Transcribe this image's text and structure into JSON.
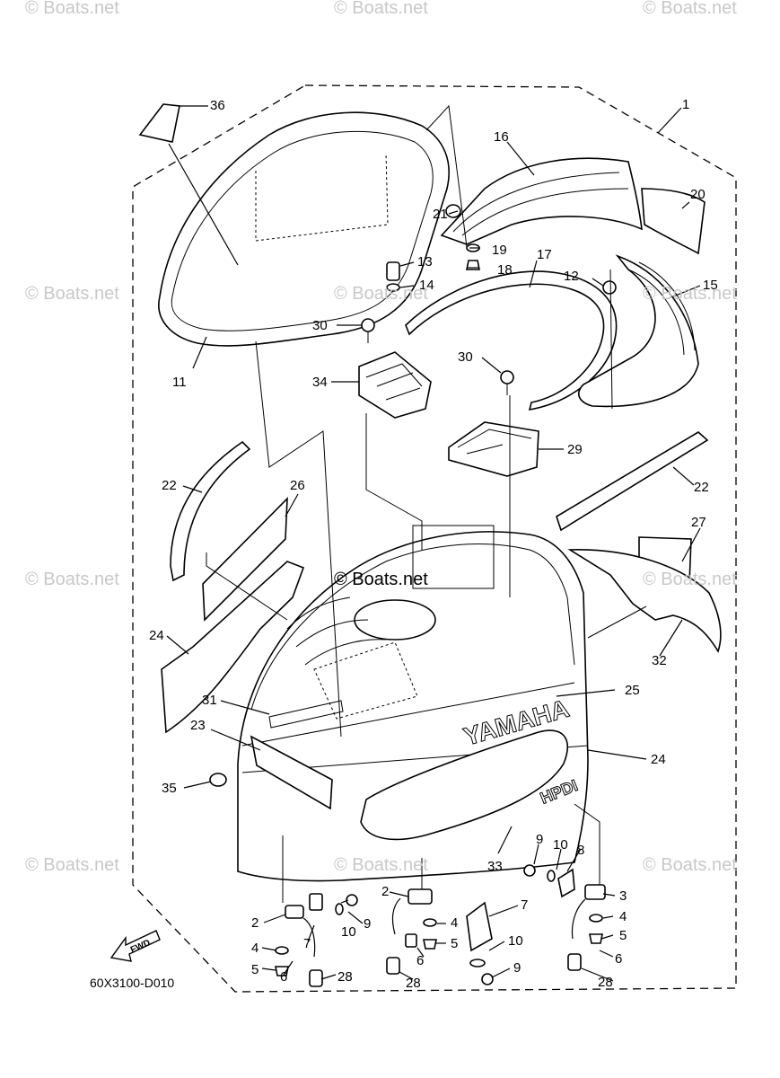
{
  "watermarks": [
    {
      "text": "© Boats.net",
      "pos": "top-left"
    },
    {
      "text": "© Boats.net",
      "pos": "top-center"
    },
    {
      "text": "© Boats.net",
      "pos": "top-right"
    },
    {
      "text": "© Boats.net",
      "pos": "mid-left-1"
    },
    {
      "text": "© Boats.net",
      "pos": "mid-center-1"
    },
    {
      "text": "© Boats.net",
      "pos": "mid-right-1"
    },
    {
      "text": "© Boats.net",
      "pos": "mid-left-2"
    },
    {
      "text": "© Boats.net",
      "pos": "mid-center-2"
    },
    {
      "text": "© Boats.net",
      "pos": "mid-right-2"
    },
    {
      "text": "© Boats.net",
      "pos": "low-left"
    },
    {
      "text": "© Boats.net",
      "pos": "low-center"
    },
    {
      "text": "© Boats.net",
      "pos": "low-right"
    }
  ],
  "diagram_code": "60X3100-D010",
  "fwd_label": "FWD",
  "brand_text": "YAMAHA",
  "model_text": "HPDI",
  "callouts": [
    "1",
    "2",
    "3",
    "4",
    "5",
    "6",
    "7",
    "8",
    "9",
    "10",
    "11",
    "12",
    "13",
    "14",
    "15",
    "16",
    "17",
    "18",
    "19",
    "20",
    "21",
    "22",
    "23",
    "24",
    "25",
    "26",
    "27",
    "28",
    "29",
    "30",
    "31",
    "32",
    "33",
    "34",
    "35",
    "36"
  ]
}
